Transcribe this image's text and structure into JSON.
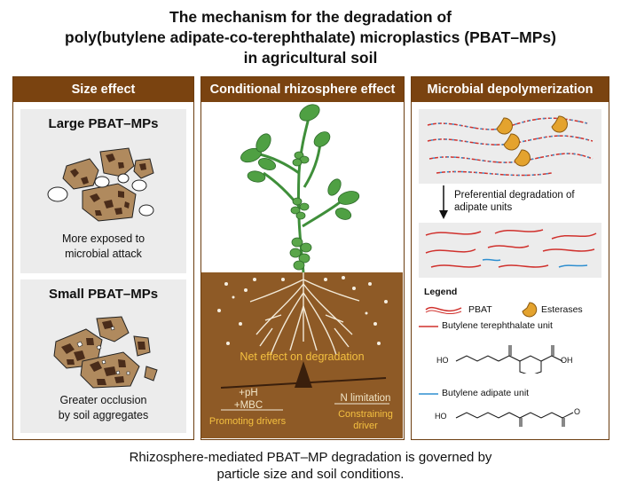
{
  "title": {
    "line1": "The mechanism for the degradation of",
    "line2": "poly(butylene adipate-co-terephthalate) microplastics (PBAT–MPs)",
    "line3": "in agricultural soil"
  },
  "panels": {
    "size_effect": {
      "header": "Size effect",
      "large": {
        "title": "Large PBAT–MPs",
        "caption1": "More exposed to",
        "caption2": "microbial attack"
      },
      "small": {
        "title": "Small PBAT–MPs",
        "caption1": "Greater occlusion",
        "caption2": "by soil aggregates"
      }
    },
    "rhizosphere": {
      "header": "Conditional rhizosphere effect",
      "net_effect": "Net effect on degradation",
      "left_driver1": "+pH",
      "left_driver2": "+MBC",
      "left_label": "Promoting drivers",
      "right_driver": "N limitation",
      "right_label1": "Constraining",
      "right_label2": "driver"
    },
    "microbial": {
      "header": "Microbial depolymerization",
      "arrow_text1": "Preferential degradation of",
      "arrow_text2": "adipate units",
      "legend": {
        "title": "Legend",
        "pbat": "PBAT",
        "esterases": "Esterases",
        "bt_unit": "Butylene terephthalate unit",
        "ba_unit": "Butylene adipate unit",
        "chem_ho1": "HO",
        "chem_oh": "OH",
        "chem_o": "O",
        "chem_ho2": "HO"
      }
    }
  },
  "colors": {
    "header_brown": "#7a4310",
    "soil": "#8e5a26",
    "terephthalate_red": "#d0312d",
    "adipate_blue": "#2f8fd0",
    "esterase_orange": "#e4a32e",
    "plant_green": "#3f8f3a"
  },
  "footer": {
    "line1": "Rhizosphere-mediated PBAT–MP degradation is governed by",
    "line2": "particle size and soil conditions."
  }
}
